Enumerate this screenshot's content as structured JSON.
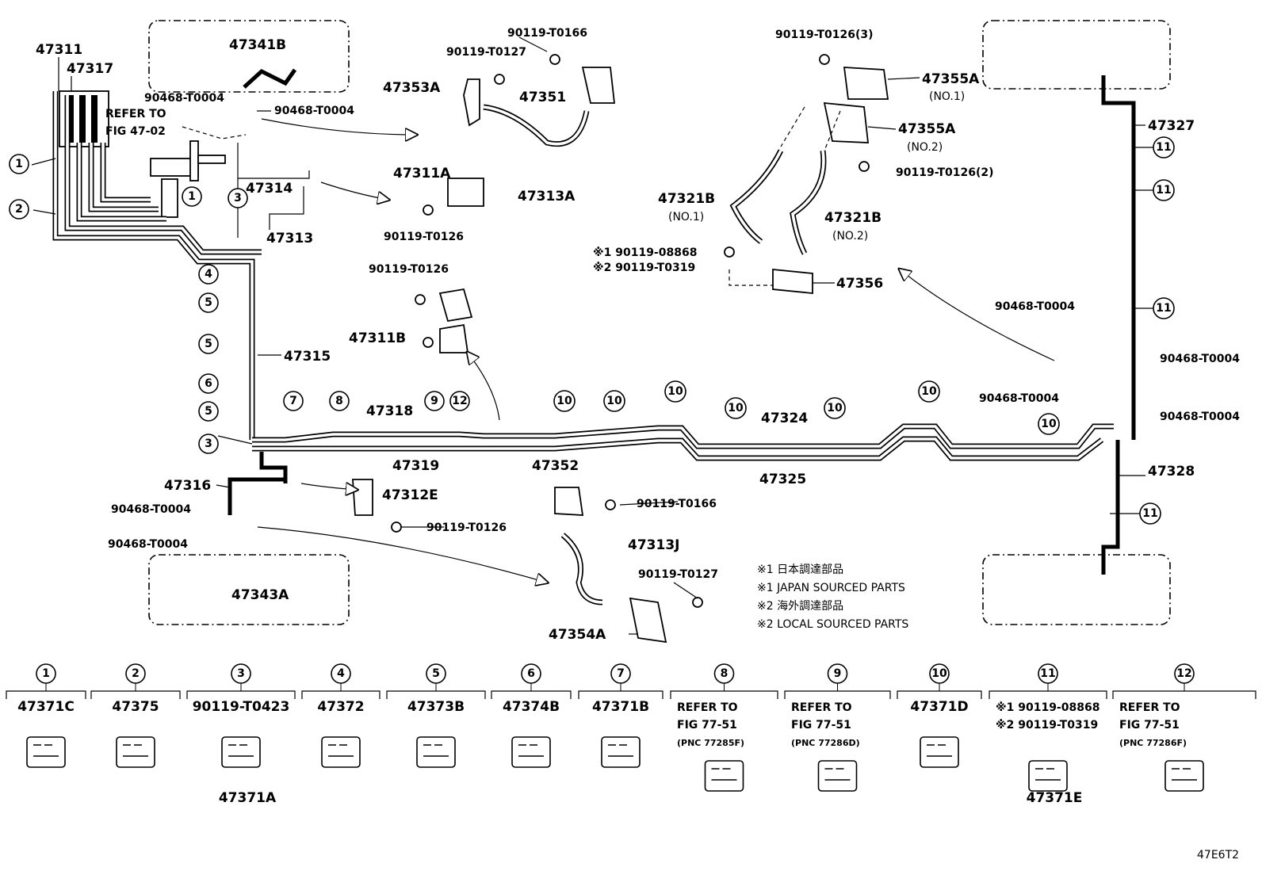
{
  "diagram": {
    "code": "47E6T2",
    "refer_fig_47": "REFER TO\nFIG 47-02",
    "parts": {
      "p47311": "47311",
      "p47317": "47317",
      "p47341B": "47341B",
      "p90468_a": "90468-T0004",
      "p90468_b": "90468-T0004",
      "p47314": "47314",
      "p47313": "47313",
      "p47315": "47315",
      "p47316": "47316",
      "p90468_c": "90468-T0004",
      "p90468_d": "90468-T0004",
      "p47343A": "47343A",
      "p47318": "47318",
      "p47319": "47319",
      "p47312E": "47312E",
      "p90119_T0126_e": "90119-T0126",
      "p90119_T0166_top": "90119-T0166",
      "p90119_T0127_top": "90119-T0127",
      "p47353A": "47353A",
      "p47351": "47351",
      "p47313A": "47313A",
      "p47311A": "47311A",
      "p90119_T0126_a": "90119-T0126",
      "p90119_T0126_b": "90119-T0126",
      "p47311B": "47311B",
      "p47352": "47352",
      "p90119_T0166_mid": "90119-T0166",
      "p47313J": "47313J",
      "p90119_T0127_mid": "90119-T0127",
      "p47354A": "47354A",
      "p47324": "47324",
      "p47325": "47325",
      "p90119_T0126_3": "90119-T0126(3)",
      "p47355A_1": "47355A",
      "no1_a": "(NO.1)",
      "p47355A_2": "47355A",
      "no2_a": "(NO.2)",
      "p90119_T0126_2": "90119-T0126(2)",
      "p47321B_1": "47321B",
      "no1_b": "(NO.1)",
      "p47321B_2": "47321B",
      "no2_b": "(NO.2)",
      "note1_pn": "※1 90119-08868",
      "note2_pn": "※2 90119-T0319",
      "p47356": "47356",
      "p47327": "47327",
      "p90468_e": "90468-T0004",
      "p90468_f": "90468-T0004",
      "p90468_g": "90468-T0004",
      "p90468_h": "90468-T0004",
      "p47328": "47328"
    },
    "notes": [
      "※1 日本調達部品",
      "※1 JAPAN SOURCED PARTS",
      "※2 海外調達部品",
      "※2 LOCAL SOURCED PARTS"
    ],
    "callouts": {
      "c1a": "1",
      "c1b": "1",
      "c2": "2",
      "c3a": "3",
      "c3b": "3",
      "c4": "4",
      "c5a": "5",
      "c5b": "5",
      "c5c": "5",
      "c6": "6",
      "c7": "7",
      "c8": "8",
      "c9": "9",
      "c12": "12",
      "c10a": "10",
      "c10b": "10",
      "c10c": "10",
      "c10d": "10",
      "c10e": "10",
      "c10f": "10",
      "c10g": "10",
      "c11a": "11",
      "c11b": "11",
      "c11c": "11",
      "c11d": "11"
    },
    "legend": [
      {
        "num": "1",
        "lines": [
          "47371C"
        ],
        "sub": ""
      },
      {
        "num": "2",
        "lines": [
          "47375"
        ],
        "sub": ""
      },
      {
        "num": "3",
        "lines": [
          "90119-T0423"
        ],
        "sub": "47371A"
      },
      {
        "num": "4",
        "lines": [
          "47372"
        ],
        "sub": ""
      },
      {
        "num": "5",
        "lines": [
          "47373B"
        ],
        "sub": ""
      },
      {
        "num": "6",
        "lines": [
          "47374B"
        ],
        "sub": ""
      },
      {
        "num": "7",
        "lines": [
          "47371B"
        ],
        "sub": ""
      },
      {
        "num": "8",
        "lines": [
          "REFER TO",
          "FIG 77-51",
          "(PNC 77285F)"
        ],
        "sub": ""
      },
      {
        "num": "9",
        "lines": [
          "REFER TO",
          "FIG 77-51",
          "(PNC 77286D)"
        ],
        "sub": ""
      },
      {
        "num": "10",
        "lines": [
          "47371D"
        ],
        "sub": ""
      },
      {
        "num": "11",
        "lines": [
          "※1 90119-08868",
          "※2 90119-T0319"
        ],
        "sub": "47371E"
      },
      {
        "num": "12",
        "lines": [
          "REFER TO",
          "FIG 77-51",
          "(PNC 77286F)"
        ],
        "sub": ""
      }
    ]
  }
}
